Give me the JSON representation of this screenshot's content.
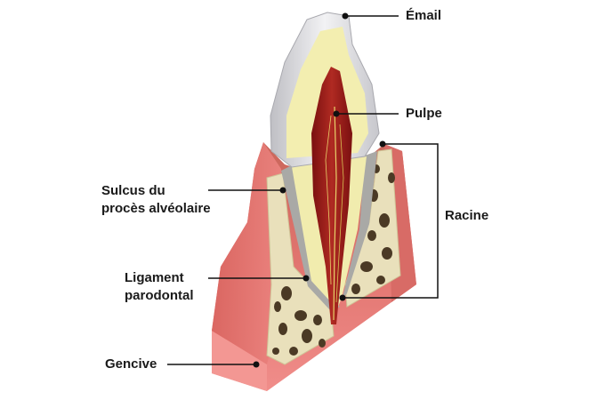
{
  "labels": {
    "email": "Émail",
    "pulpe": "Pulpe",
    "racine": "Racine",
    "sulcus_line1": "Sulcus du",
    "sulcus_line2": "procès alvéolaire",
    "ligament_line1": "Ligament",
    "ligament_line2": "parodontal",
    "gencive": "Gencive"
  },
  "colors": {
    "enamel": "#d9d9dc",
    "dentin": "#f3eeb0",
    "pulp": "#9b1c1c",
    "gum": "#e5726c",
    "bone": "#e8dfb8",
    "bone_pores": "#4a3a26",
    "leader_line": "#111111"
  }
}
